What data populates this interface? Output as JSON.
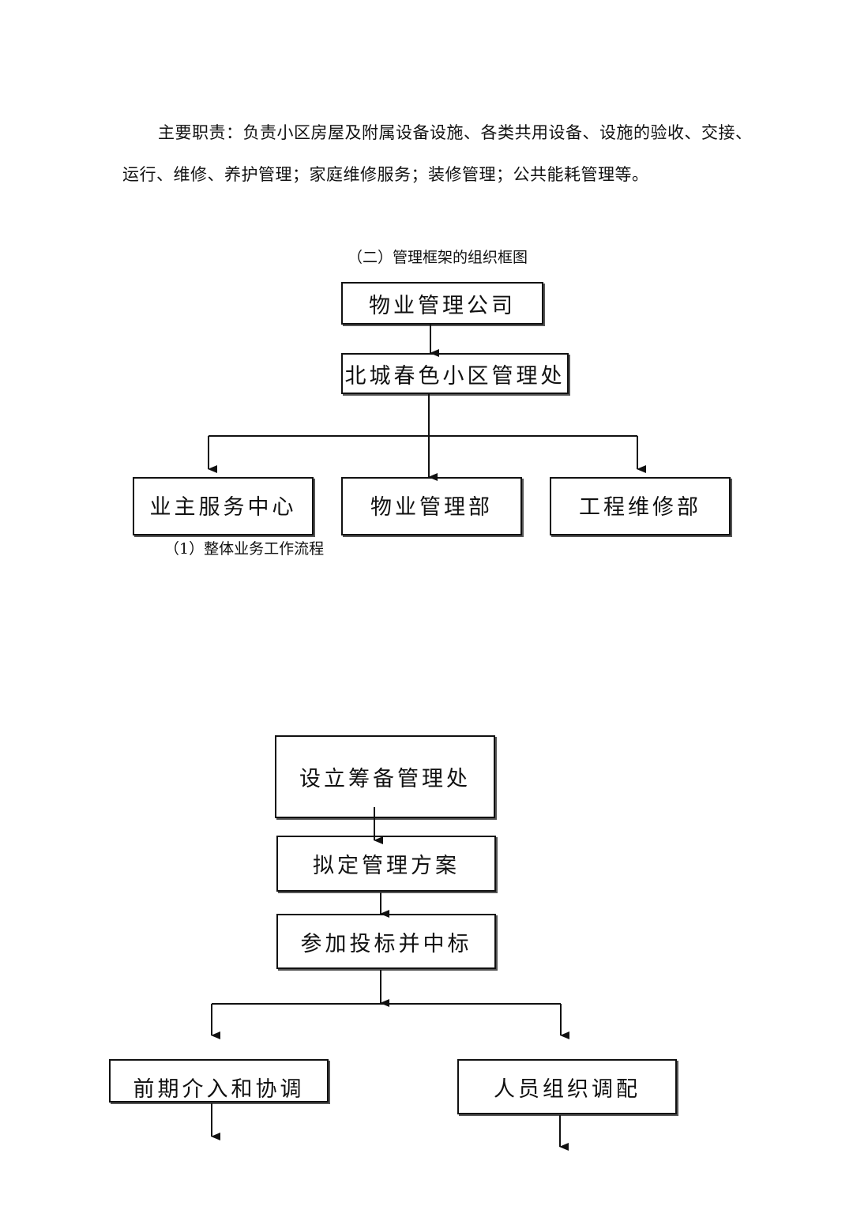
{
  "paragraph": {
    "line1": "主要职责：负责小区房屋及附属设备设施、各类共用设备、设施的验收、交接、",
    "line2": "运行、维修、养护管理；家庭维修服务；装修管理；公共能耗管理等。"
  },
  "org_chart": {
    "title": "（二）管理框架的组织框图",
    "top": "物业管理公司",
    "middle": "北城春色小区管理处",
    "departments": [
      "业主服务中心",
      "物业管理部",
      "工程维修部"
    ]
  },
  "workflow": {
    "title": "（1）整体业务工作流程",
    "steps": [
      "设立筹备管理处",
      "拟定管理方案",
      "参加投标并中标"
    ],
    "branches": [
      "前期介入和协调",
      "人员组织调配"
    ]
  }
}
